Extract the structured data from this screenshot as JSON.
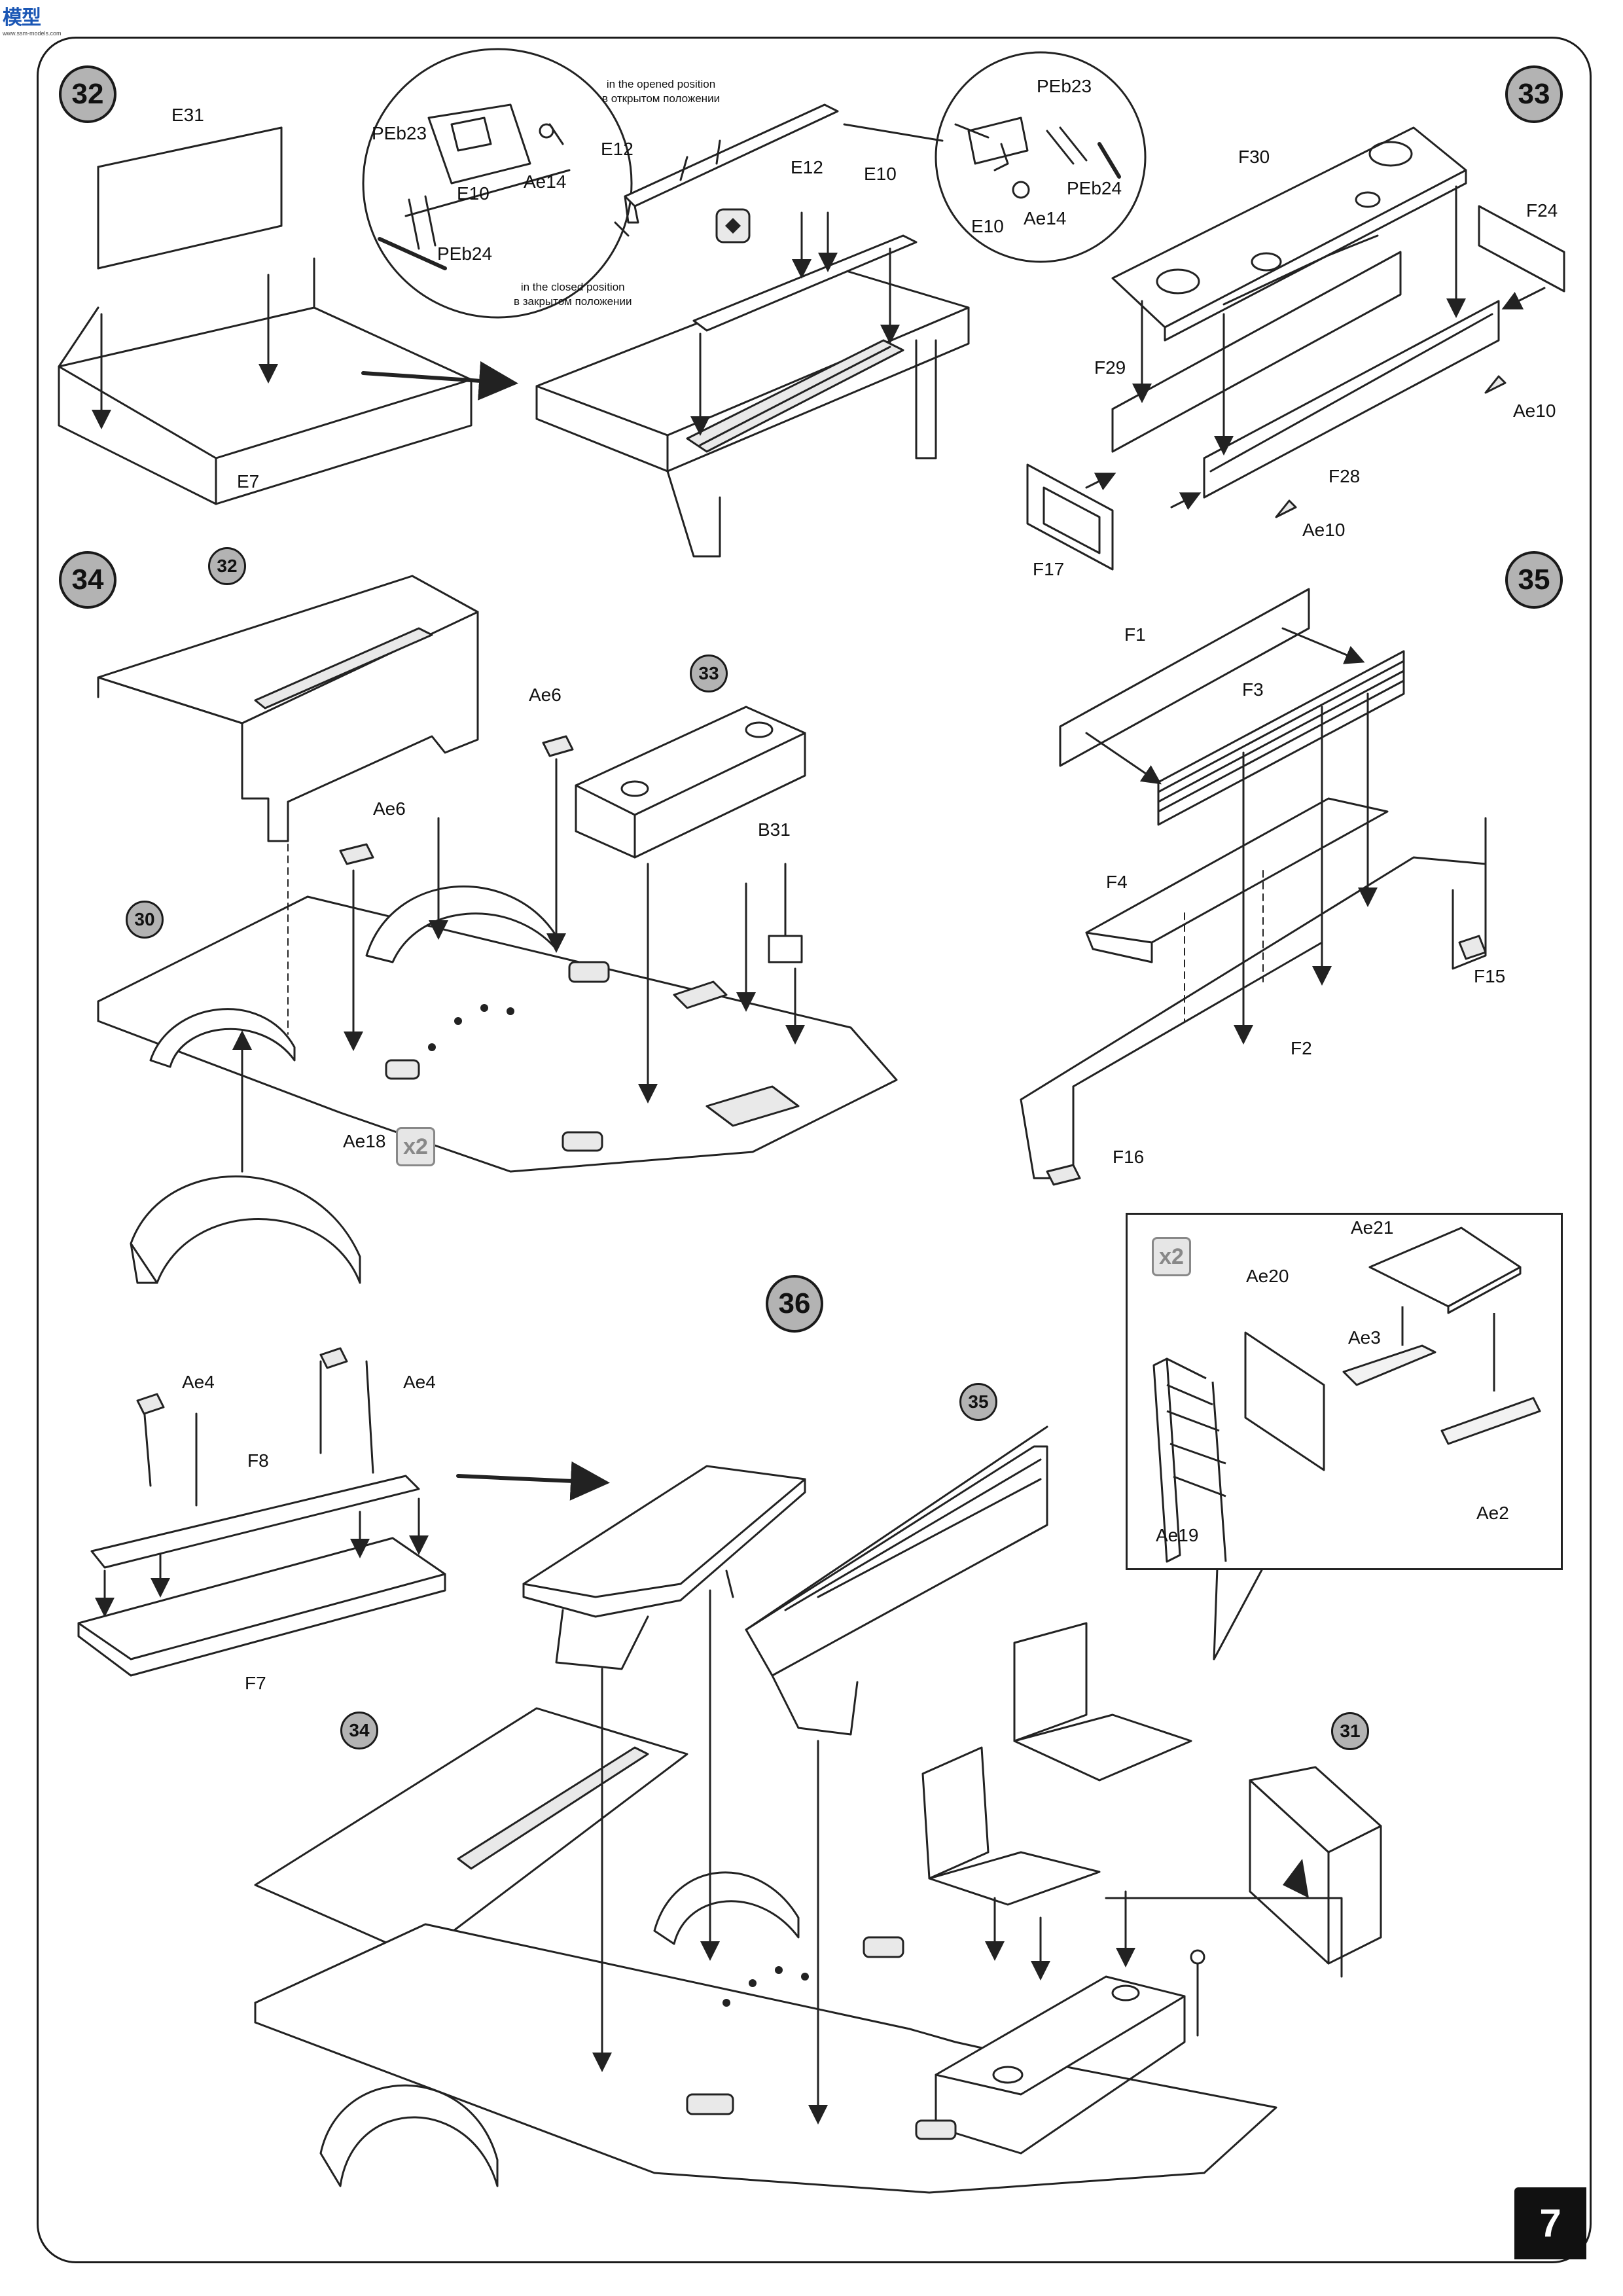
{
  "corner_mark": {
    "brand": "模型",
    "sub": "www.ssm-models.com"
  },
  "page_number": "7",
  "steps": {
    "s32": "32",
    "s33": "33",
    "s34": "34",
    "s35": "35",
    "s36": "36"
  },
  "refs": {
    "r32": "32",
    "r33": "33",
    "r30": "30",
    "r35": "35",
    "r34": "34",
    "r31": "31"
  },
  "notes": {
    "opened_en": "in the opened position",
    "opened_ru": "в открытом положении",
    "closed_en": "in the closed position",
    "closed_ru": "в закрытом положении"
  },
  "multipliers": {
    "ae18": "x2",
    "inset": "x2"
  },
  "parts": {
    "E31": "E31",
    "E7": "E7",
    "PEb23_a": "PEb23",
    "E10_a": "E10",
    "Ae14_a": "Ae14",
    "PEb24_a": "PEb24",
    "E12_a": "E12",
    "E12_b": "E12",
    "E10_b": "E10",
    "PEb23_b": "PEb23",
    "PEb24_b": "PEb24",
    "E10_c": "E10",
    "Ae14_b": "Ae14",
    "F30": "F30",
    "F24": "F24",
    "F29": "F29",
    "Ae10_a": "Ae10",
    "F28": "F28",
    "Ae10_b": "Ae10",
    "F17": "F17",
    "Ae6_a": "Ae6",
    "Ae6_b": "Ae6",
    "B31": "B31",
    "Ae18": "Ae18",
    "F1": "F1",
    "F3": "F3",
    "F4": "F4",
    "F15": "F15",
    "F2": "F2",
    "F16": "F16",
    "Ae21": "Ae21",
    "Ae20": "Ae20",
    "Ae3": "Ae3",
    "Ae2": "Ae2",
    "Ae19": "Ae19",
    "Ae4_a": "Ae4",
    "Ae4_b": "Ae4",
    "F8": "F8",
    "F7": "F7"
  },
  "icons": {
    "arrow": "right-arrow-icon",
    "toggle": "open-close-toggle-icon"
  }
}
